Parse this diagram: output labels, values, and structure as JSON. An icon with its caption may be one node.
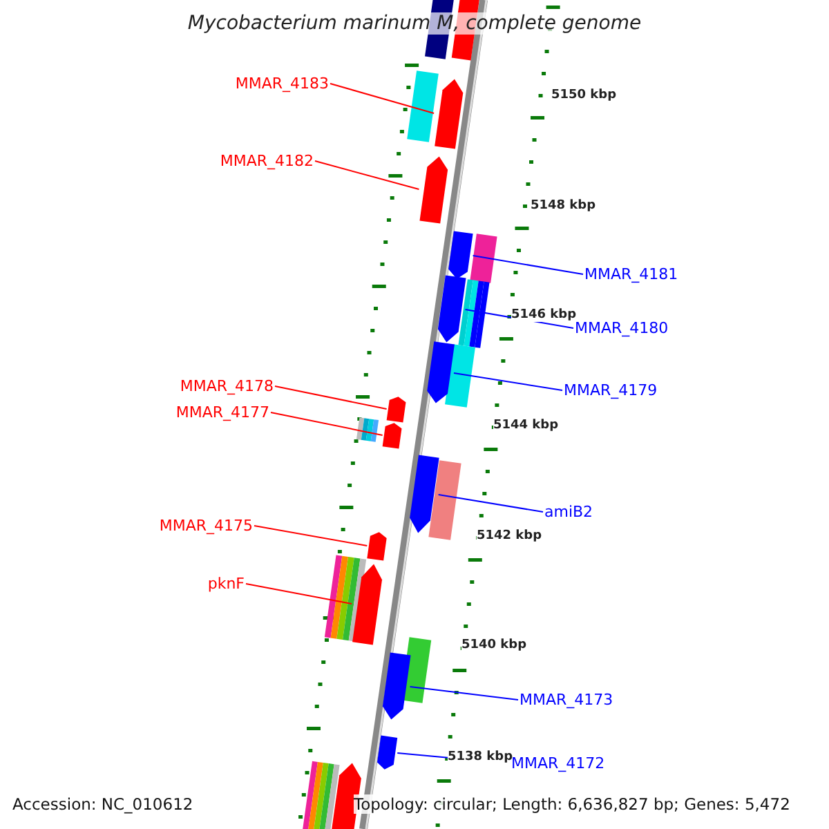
{
  "diagram": {
    "title": "Mycobacterium marinum M, complete genome",
    "nodes": [
      {
        "text": [
          "MMAR_4183"
        ]
      },
      {
        "text": [],
        "shape": "arrow"
      },
      {
        "text": [
          "MMAR_4182"
        ]
      },
      {
        "text": [],
        "shape": "arrow"
      },
      {
        "text": [
          "MMAR_4181"
        ]
      },
      {
        "text": [],
        "shape": "arrow"
      },
      {
        "text": [
          "MMAR_4180"
        ]
      },
      {
        "text": [],
        "shape": "arrow"
      },
      {
        "text": [
          "MMAR_4179"
        ]
      },
      {
        "text": [],
        "shape": "arrow"
      },
      {
        "text": [
          "MMAR_4178"
        ]
      },
      {
        "text": [],
        "shape": "arrow"
      },
      {
        "text": [
          "MMAR_4177"
        ]
      },
      {
        "text": [],
        "shape": "arrow"
      },
      {
        "text": [
          "amiB2"
        ]
      },
      {
        "text": [],
        "shape": "arrow"
      },
      {
        "text": [
          "MMAR_4175"
        ]
      },
      {
        "text": [],
        "shape": "arrow"
      },
      {
        "text": [
          "pknF"
        ]
      },
      {
        "text": [],
        "shape": "arrow"
      },
      {
        "text": [
          "MMAR_4173"
        ]
      },
      {
        "text": [],
        "shape": "arrow"
      },
      {
        "text": [
          "MMAR_4172"
        ]
      },
      {
        "text": [],
        "shape": "arrow"
      },
      {
        "text": [],
        "shape": "box"
      },
      {
        "text": [],
        "shape": "arrow"
      }
    ],
    "edges": [
      {
        "from": 0,
        "to": 1,
        "arrow": "none"
      },
      {
        "from": 2,
        "to": 3,
        "arrow": "none"
      },
      {
        "from": 4,
        "to": 5,
        "arrow": "none",
        "color": "#0000ff"
      },
      {
        "from": 6,
        "to": 7,
        "arrow": "none",
        "color": "#0000ff"
      },
      {
        "from": 8,
        "to": 9,
        "arrow": "none",
        "color": "#0000ff"
      },
      {
        "from": 10,
        "to": 11,
        "arrow": "none"
      },
      {
        "from": 12,
        "to": 13,
        "arrow": "none"
      },
      {
        "from": 14,
        "to": 15,
        "arrow": "none",
        "color": "#0000ff"
      },
      {
        "from": 16,
        "to": 17,
        "arrow": "none"
      },
      {
        "from": 18,
        "to": 19,
        "arrow": "none"
      },
      {
        "from": 20,
        "to": 21,
        "arrow": "none",
        "color": "#0000ff"
      },
      {
        "from": 22,
        "to": 23,
        "arrow": "none",
        "color": "#0000ff"
      }
    ],
    "labels": [
      "5150 kbp",
      "5148 kbp",
      "5146 kbp",
      "5144 kbp",
      "5142 kbp",
      "5140 kbp",
      "5138 kbp",
      "Accession: NC_010612",
      "Topology: circular; Length: 6,636,827 bp; Genes: 5,472"
    ]
  }
}
